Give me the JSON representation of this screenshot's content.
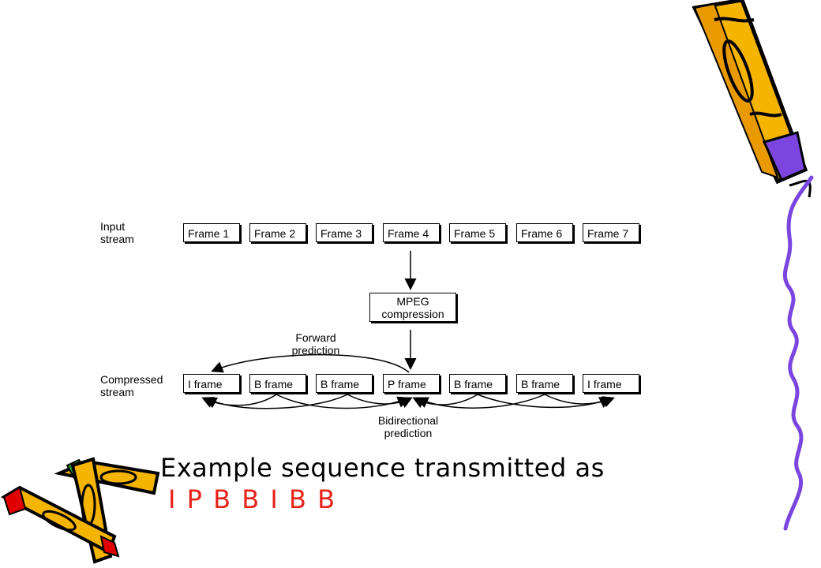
{
  "input_label": "Input\nstream",
  "compressed_label": "Compressed\nstream",
  "input_frames": [
    "Frame 1",
    "Frame 2",
    "Frame 3",
    "Frame 4",
    "Frame 5",
    "Frame 6",
    "Frame 7"
  ],
  "compressed_frames": [
    "I frame",
    "B frame",
    "B frame",
    "P frame",
    "B frame",
    "B frame",
    "I frame"
  ],
  "mpeg_label": "MPEG\ncompression",
  "forward_label": "Forward\nprediction",
  "bidirectional_label": "Bidirectional\nprediction",
  "headline": "Example sequence transmitted as",
  "sequence": "I P B B I B B",
  "colors": {
    "sequence": "#e8231b",
    "pencil_yellow": "#f5b400",
    "pencil_purple": "#7b46e0",
    "pencil_red": "#e00000",
    "pencil_green": "#1f9a2a"
  }
}
